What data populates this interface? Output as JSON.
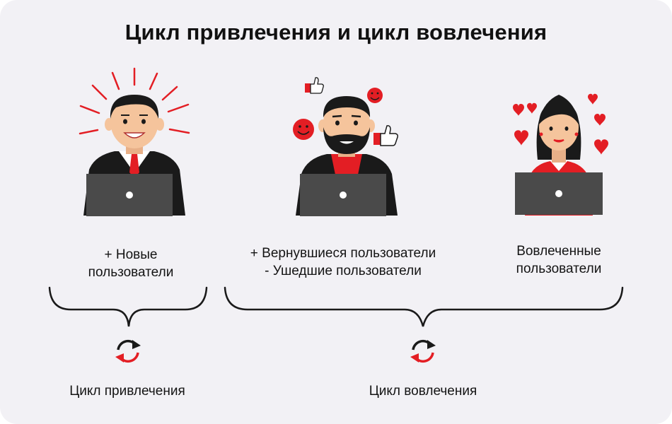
{
  "title": "Цикл привлечения и цикл вовлечения",
  "personas": [
    {
      "lines": [
        "+ Новые",
        "пользователи"
      ]
    },
    {
      "lines": [
        "+ Вернувшиеся пользователи",
        "- Ушедшие пользователи"
      ]
    },
    {
      "lines": [
        "Вовлеченные",
        "пользователи"
      ]
    }
  ],
  "cycles": [
    {
      "label": "Цикл привлечения"
    },
    {
      "label": "Цикл вовлечения"
    }
  ],
  "colors": {
    "accent": "#e31e24",
    "dark": "#1a1a1a",
    "laptop": "#4a4a4a",
    "skin": "#f5c49c",
    "background": "#f2f1f5"
  }
}
